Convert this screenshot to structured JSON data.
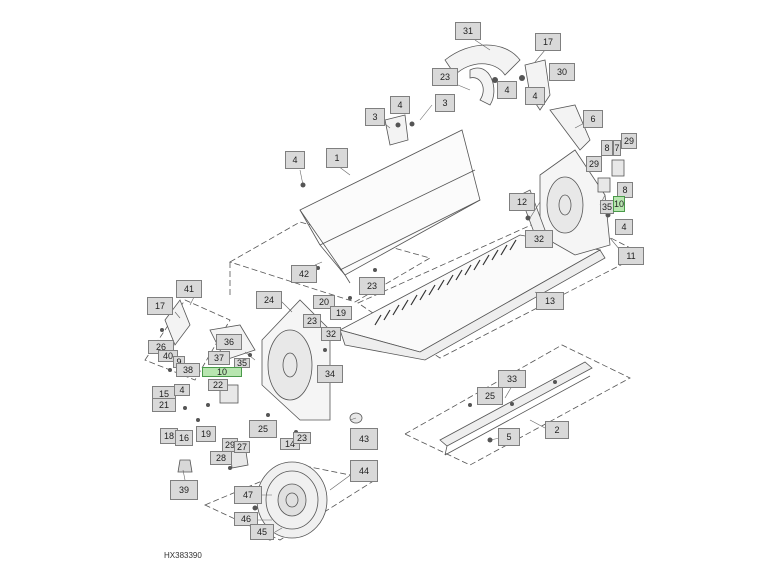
{
  "figure_id": "HX383390",
  "highlight_color": "#b8e6b0",
  "callouts": [
    {
      "id": "c31",
      "label": "31"
    },
    {
      "id": "c17a",
      "label": "17"
    },
    {
      "id": "c30",
      "label": "30"
    },
    {
      "id": "c23a",
      "label": "23"
    },
    {
      "id": "c4a",
      "label": "4"
    },
    {
      "id": "c4b",
      "label": "4"
    },
    {
      "id": "c3a",
      "label": "3"
    },
    {
      "id": "c4c",
      "label": "4"
    },
    {
      "id": "c3b",
      "label": "3"
    },
    {
      "id": "c6",
      "label": "6"
    },
    {
      "id": "c4d",
      "label": "4"
    },
    {
      "id": "c1",
      "label": "1"
    },
    {
      "id": "c8a",
      "label": "8"
    },
    {
      "id": "c7",
      "label": "7"
    },
    {
      "id": "c29a",
      "label": "29"
    },
    {
      "id": "c29b",
      "label": "29"
    },
    {
      "id": "c8b",
      "label": "8"
    },
    {
      "id": "c12",
      "label": "12"
    },
    {
      "id": "c35a",
      "label": "35"
    },
    {
      "id": "c10a",
      "label": "10",
      "highlight": true
    },
    {
      "id": "c4e",
      "label": "4"
    },
    {
      "id": "c32a",
      "label": "32"
    },
    {
      "id": "c11",
      "label": "11"
    },
    {
      "id": "c42",
      "label": "42"
    },
    {
      "id": "c23b",
      "label": "23"
    },
    {
      "id": "c41",
      "label": "41"
    },
    {
      "id": "c20",
      "label": "20"
    },
    {
      "id": "c17b",
      "label": "17"
    },
    {
      "id": "c24",
      "label": "24"
    },
    {
      "id": "c19a",
      "label": "19"
    },
    {
      "id": "c13",
      "label": "13"
    },
    {
      "id": "c23c",
      "label": "23"
    },
    {
      "id": "c32b",
      "label": "32"
    },
    {
      "id": "c26",
      "label": "26"
    },
    {
      "id": "c36",
      "label": "36"
    },
    {
      "id": "c40",
      "label": "40"
    },
    {
      "id": "c9",
      "label": "9"
    },
    {
      "id": "c37",
      "label": "37"
    },
    {
      "id": "c35b",
      "label": "35"
    },
    {
      "id": "c38",
      "label": "38"
    },
    {
      "id": "c10b",
      "label": "10",
      "highlight": true
    },
    {
      "id": "c34",
      "label": "34"
    },
    {
      "id": "c22",
      "label": "22"
    },
    {
      "id": "c15",
      "label": "15"
    },
    {
      "id": "c4f",
      "label": "4"
    },
    {
      "id": "c21",
      "label": "21"
    },
    {
      "id": "c25a",
      "label": "25"
    },
    {
      "id": "c33",
      "label": "33"
    },
    {
      "id": "c25b",
      "label": "25"
    },
    {
      "id": "c18",
      "label": "18"
    },
    {
      "id": "c16",
      "label": "16"
    },
    {
      "id": "c19b",
      "label": "19"
    },
    {
      "id": "c14",
      "label": "14"
    },
    {
      "id": "c23d",
      "label": "23"
    },
    {
      "id": "c43",
      "label": "43"
    },
    {
      "id": "c2",
      "label": "2"
    },
    {
      "id": "c5",
      "label": "5"
    },
    {
      "id": "c29c",
      "label": "29"
    },
    {
      "id": "c27",
      "label": "27"
    },
    {
      "id": "c28",
      "label": "28"
    },
    {
      "id": "c39",
      "label": "39"
    },
    {
      "id": "c44",
      "label": "44"
    },
    {
      "id": "c47",
      "label": "47"
    },
    {
      "id": "c46",
      "label": "46"
    },
    {
      "id": "c45",
      "label": "45"
    }
  ]
}
